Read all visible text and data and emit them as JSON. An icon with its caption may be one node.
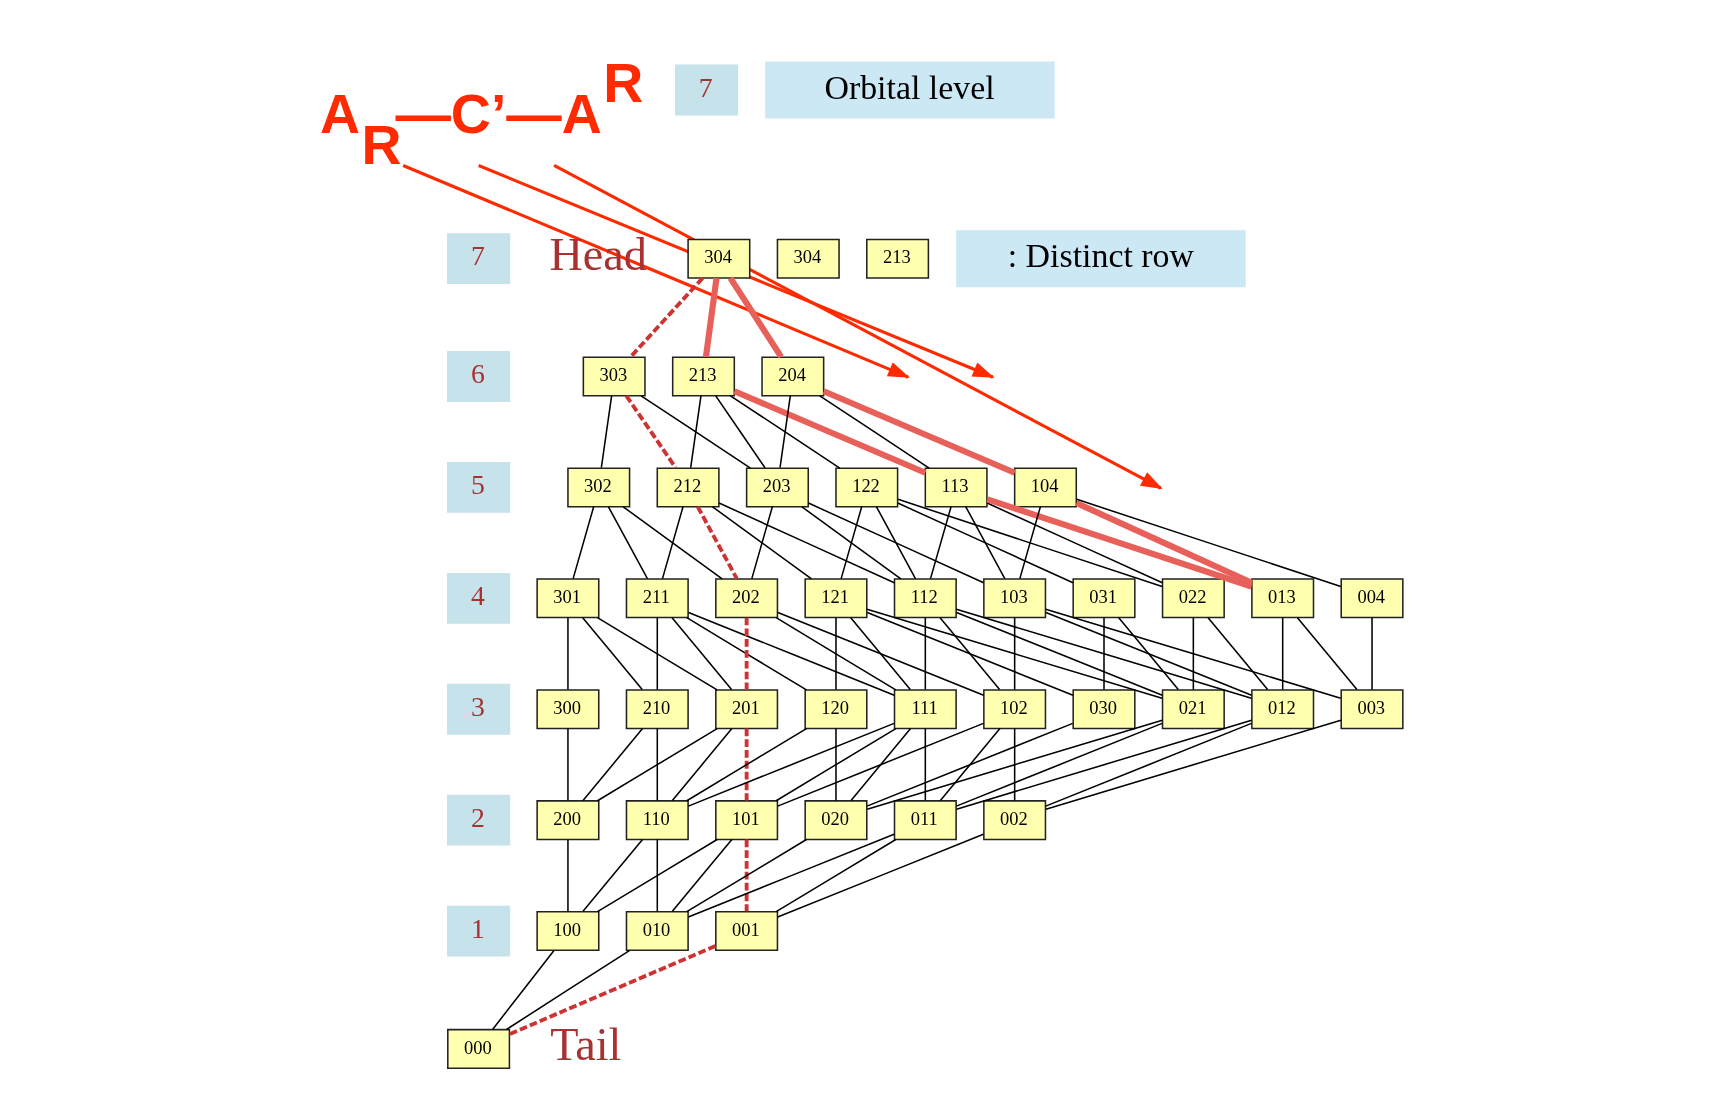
{
  "diagram": {
    "nodes": [
      {
        "text": [
          "A$_{R}$—C’—A$^{R}$"
        ]
      },
      {
        "text": [
          "7"
        ]
      },
      {
        "text": [
          "Orbital level"
        ]
      },
      {
        "text": [
          "304"
        ]
      },
      {
        "text": [
          "213"
        ]
      },
      {
        "text": [
          ": Distinct row"
        ]
      },
      {
        "text": [
          "304"
        ],
        "beside": [
          "Head"
        ]
      },
      {
        "text": [
          "7"
        ]
      },
      {
        "text": [
          "303"
        ]
      },
      {
        "text": [
          "213"
        ]
      },
      {
        "text": [
          "204"
        ]
      },
      {
        "text": [
          "6"
        ]
      },
      {
        "text": [
          "302"
        ]
      },
      {
        "text": [
          "212"
        ]
      },
      {
        "text": [
          "203"
        ]
      },
      {
        "text": [
          "122"
        ]
      },
      {
        "text": [
          "113"
        ]
      },
      {
        "text": [
          "104"
        ]
      },
      {
        "text": [
          "5"
        ]
      },
      {
        "text": [
          "301"
        ]
      },
      {
        "text": [
          "211"
        ]
      },
      {
        "text": [
          "202"
        ]
      },
      {
        "text": [
          "121"
        ]
      },
      {
        "text": [
          "112"
        ]
      },
      {
        "text": [
          "103"
        ]
      },
      {
        "text": [
          "031"
        ]
      },
      {
        "text": [
          "022"
        ]
      },
      {
        "text": [
          "013"
        ]
      },
      {
        "text": [
          "004"
        ]
      },
      {
        "text": [
          "4"
        ]
      },
      {
        "text": [
          "300"
        ]
      },
      {
        "text": [
          "210"
        ]
      },
      {
        "text": [
          "201"
        ]
      },
      {
        "text": [
          "120"
        ]
      },
      {
        "text": [
          "111"
        ]
      },
      {
        "text": [
          "102"
        ]
      },
      {
        "text": [
          "030"
        ]
      },
      {
        "text": [
          "021"
        ]
      },
      {
        "text": [
          "012"
        ]
      },
      {
        "text": [
          "003"
        ]
      },
      {
        "text": [
          "3"
        ]
      },
      {
        "text": [
          "200"
        ]
      },
      {
        "text": [
          "110"
        ]
      },
      {
        "text": [
          "101"
        ]
      },
      {
        "text": [
          "020"
        ]
      },
      {
        "text": [
          "011"
        ]
      },
      {
        "text": [
          "002"
        ]
      },
      {
        "text": [
          "2"
        ]
      },
      {
        "text": [
          "100"
        ]
      },
      {
        "text": [
          "010"
        ]
      },
      {
        "text": [
          "001"
        ]
      },
      {
        "text": [
          "1"
        ]
      },
      {
        "text": [
          "000"
        ],
        "beside": [
          "Tail"
        ]
      }
    ],
    "edges": [
      {
        "from": 0,
        "to": null,
        "arrow": "to",
        "color": "#ff2a00"
      },
      {
        "from": 0,
        "to": null,
        "arrow": "to",
        "color": "#ff2a00"
      },
      {
        "from": 0,
        "to": null,
        "arrow": "to",
        "color": "#ff2a00"
      },
      {
        "from": 6,
        "to": 8,
        "arrow": "none",
        "style": "dashed",
        "color": "#cc3333"
      },
      {
        "from": 6,
        "to": 9,
        "arrow": "none",
        "style": "thick",
        "color": "#e8605a"
      },
      {
        "from": 6,
        "to": 10,
        "arrow": "none",
        "style": "thick",
        "color": "#e8605a"
      },
      {
        "from": 8,
        "to": 12,
        "arrow": "none"
      },
      {
        "from": 8,
        "to": 13,
        "arrow": "none",
        "style": "dashed",
        "color": "#cc3333"
      },
      {
        "from": 8,
        "to": 14,
        "arrow": "none"
      },
      {
        "from": 9,
        "to": 13,
        "arrow": "none"
      },
      {
        "from": 9,
        "to": 14,
        "arrow": "none"
      },
      {
        "from": 9,
        "to": 15,
        "arrow": "none"
      },
      {
        "from": 9,
        "to": 16,
        "arrow": "none",
        "style": "thick",
        "color": "#e8605a"
      },
      {
        "from": 10,
        "to": 14,
        "arrow": "none"
      },
      {
        "from": 10,
        "to": 16,
        "arrow": "none"
      },
      {
        "from": 10,
        "to": 17,
        "arrow": "none",
        "style": "thick",
        "color": "#e8605a"
      },
      {
        "from": 12,
        "to": 19,
        "arrow": "none"
      },
      {
        "from": 12,
        "to": 20,
        "arrow": "none"
      },
      {
        "from": 12,
        "to": 21,
        "arrow": "none"
      },
      {
        "from": 13,
        "to": 20,
        "arrow": "none"
      },
      {
        "from": 13,
        "to": 21,
        "arrow": "none",
        "style": "dashed",
        "color": "#cc3333"
      },
      {
        "from": 13,
        "to": 22,
        "arrow": "none"
      },
      {
        "from": 13,
        "to": 23,
        "arrow": "none"
      },
      {
        "from": 14,
        "to": 21,
        "arrow": "none"
      },
      {
        "from": 14,
        "to": 23,
        "arrow": "none"
      },
      {
        "from": 14,
        "to": 24,
        "arrow": "none"
      },
      {
        "from": 15,
        "to": 22,
        "arrow": "none"
      },
      {
        "from": 15,
        "to": 23,
        "arrow": "none"
      },
      {
        "from": 15,
        "to": 25,
        "arrow": "none"
      },
      {
        "from": 15,
        "to": 26,
        "arrow": "none"
      },
      {
        "from": 16,
        "to": 23,
        "arrow": "none"
      },
      {
        "from": 16,
        "to": 24,
        "arrow": "none"
      },
      {
        "from": 16,
        "to": 26,
        "arrow": "none"
      },
      {
        "from": 16,
        "to": 27,
        "arrow": "none",
        "style": "thick",
        "color": "#e8605a"
      },
      {
        "from": 17,
        "to": 24,
        "arrow": "none"
      },
      {
        "from": 17,
        "to": 27,
        "arrow": "none",
        "style": "thick",
        "color": "#e8605a"
      },
      {
        "from": 17,
        "to": 28,
        "arrow": "none"
      },
      {
        "from": 19,
        "to": 30,
        "arrow": "none"
      },
      {
        "from": 19,
        "to": 31,
        "arrow": "none"
      },
      {
        "from": 19,
        "to": 32,
        "arrow": "none"
      },
      {
        "from": 20,
        "to": 31,
        "arrow": "none"
      },
      {
        "from": 20,
        "to": 32,
        "arrow": "none"
      },
      {
        "from": 20,
        "to": 33,
        "arrow": "none"
      },
      {
        "from": 20,
        "to": 34,
        "arrow": "none"
      },
      {
        "from": 21,
        "to": 32,
        "arrow": "none",
        "style": "dashed",
        "color": "#cc3333"
      },
      {
        "from": 21,
        "to": 34,
        "arrow": "none"
      },
      {
        "from": 21,
        "to": 35,
        "arrow": "none"
      },
      {
        "from": 22,
        "to": 33,
        "arrow": "none"
      },
      {
        "from": 22,
        "to": 34,
        "arrow": "none"
      },
      {
        "from": 22,
        "to": 36,
        "arrow": "none"
      },
      {
        "from": 22,
        "to": 37,
        "arrow": "none"
      },
      {
        "from": 23,
        "to": 34,
        "arrow": "none"
      },
      {
        "from": 23,
        "to": 35,
        "arrow": "none"
      },
      {
        "from": 23,
        "to": 37,
        "arrow": "none"
      },
      {
        "from": 23,
        "to": 38,
        "arrow": "none"
      },
      {
        "from": 24,
        "to": 35,
        "arrow": "none"
      },
      {
        "from": 24,
        "to": 38,
        "arrow": "none"
      },
      {
        "from": 24,
        "to": 39,
        "arrow": "none"
      },
      {
        "from": 25,
        "to": 36,
        "arrow": "none"
      },
      {
        "from": 25,
        "to": 37,
        "arrow": "none"
      },
      {
        "from": 26,
        "to": 37,
        "arrow": "none"
      },
      {
        "from": 26,
        "to": 38,
        "arrow": "none"
      },
      {
        "from": 27,
        "to": 38,
        "arrow": "none"
      },
      {
        "from": 27,
        "to": 39,
        "arrow": "none"
      },
      {
        "from": 28,
        "to": 39,
        "arrow": "none"
      },
      {
        "from": 30,
        "to": 41,
        "arrow": "none"
      },
      {
        "from": 31,
        "to": 41,
        "arrow": "none"
      },
      {
        "from": 31,
        "to": 42,
        "arrow": "none"
      },
      {
        "from": 32,
        "to": 41,
        "arrow": "none"
      },
      {
        "from": 32,
        "to": 42,
        "arrow": "none"
      },
      {
        "from": 32,
        "to": 43,
        "arrow": "none",
        "style": "dashed",
        "color": "#cc3333"
      },
      {
        "from": 33,
        "to": 42,
        "arrow": "none"
      },
      {
        "from": 33,
        "to": 44,
        "arrow": "none"
      },
      {
        "from": 34,
        "to": 42,
        "arrow": "none"
      },
      {
        "from": 34,
        "to": 43,
        "arrow": "none"
      },
      {
        "from": 34,
        "to": 44,
        "arrow": "none"
      },
      {
        "from": 34,
        "to": 45,
        "arrow": "none"
      },
      {
        "from": 35,
        "to": 43,
        "arrow": "none"
      },
      {
        "from": 35,
        "to": 45,
        "arrow": "none"
      },
      {
        "from": 35,
        "to": 46,
        "arrow": "none"
      },
      {
        "from": 36,
        "to": 44,
        "arrow": "none"
      },
      {
        "from": 37,
        "to": 44,
        "arrow": "none"
      },
      {
        "from": 37,
        "to": 45,
        "arrow": "none"
      },
      {
        "from": 38,
        "to": 45,
        "arrow": "none"
      },
      {
        "from": 38,
        "to": 46,
        "arrow": "none"
      },
      {
        "from": 39,
        "to": 46,
        "arrow": "none"
      },
      {
        "from": 41,
        "to": 48,
        "arrow": "none"
      },
      {
        "from": 42,
        "to": 48,
        "arrow": "none"
      },
      {
        "from": 42,
        "to": 49,
        "arrow": "none"
      },
      {
        "from": 43,
        "to": 48,
        "arrow": "none"
      },
      {
        "from": 43,
        "to": 49,
        "arrow": "none"
      },
      {
        "from": 43,
        "to": 50,
        "arrow": "none",
        "style": "dashed",
        "color": "#cc3333"
      },
      {
        "from": 44,
        "to": 49,
        "arrow": "none"
      },
      {
        "from": 45,
        "to": 49,
        "arrow": "none"
      },
      {
        "from": 45,
        "to": 50,
        "arrow": "none"
      },
      {
        "from": 46,
        "to": 50,
        "arrow": "none"
      },
      {
        "from": 48,
        "to": 52,
        "arrow": "none"
      },
      {
        "from": 49,
        "to": 52,
        "arrow": "none"
      },
      {
        "from": 50,
        "to": 52,
        "arrow": "none",
        "style": "dashed",
        "color": "#cc3333"
      }
    ]
  }
}
